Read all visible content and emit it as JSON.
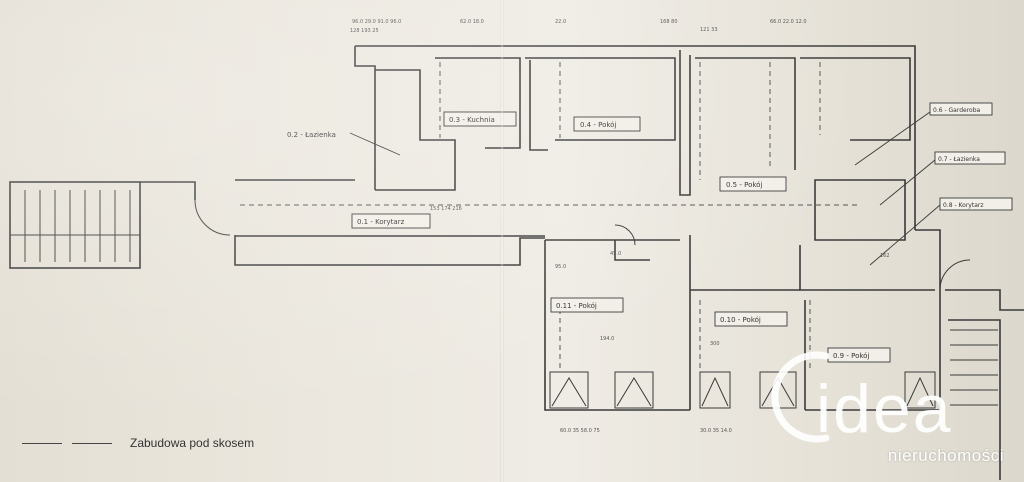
{
  "rooms": [
    {
      "label": "0.2 - Łazienka"
    },
    {
      "label": "0.3 - Kuchnia"
    },
    {
      "label": "0.4 - Pokój"
    },
    {
      "label": "0.5 - Pokój"
    },
    {
      "label": "0.1 - Korytarz"
    },
    {
      "label": "0.11 - Pokój"
    },
    {
      "label": "0.10 - Pokój"
    },
    {
      "label": "0.6 - Garderoba"
    },
    {
      "label": "0.7 - Łazienka"
    },
    {
      "label": "0.8 - Korytarz"
    },
    {
      "label": "0.9 - Pokój"
    }
  ],
  "legend": {
    "text": "Zabudowa pod skosem"
  },
  "watermark": {
    "brand": "idea",
    "sub": "nieruchomości"
  },
  "colors": {
    "line": "#3a3a3a",
    "paper": "#ebe7de",
    "watermark": "#ffffff"
  }
}
